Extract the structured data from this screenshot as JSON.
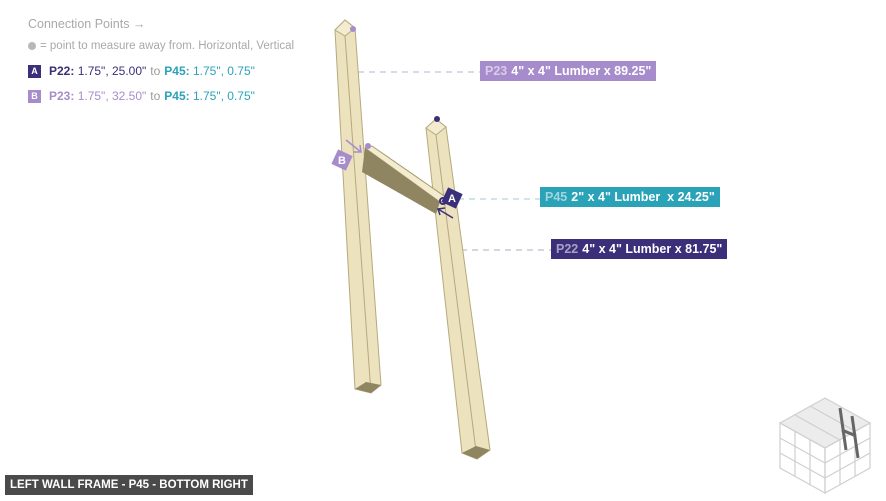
{
  "legend": {
    "title": "Connection Points →",
    "note": "= point to measure away from. Horizontal, Vertical",
    "connections": [
      {
        "badge": "A",
        "from_part": "P22:",
        "from_values": "1.75\", 25.00\"",
        "to": "to",
        "to_part": "P45:",
        "to_values": "1.75\", 0.75\""
      },
      {
        "badge": "B",
        "from_part": "P23:",
        "from_values": "1.75\", 32.50\"",
        "to": "to",
        "to_part": "P45:",
        "to_values": "1.75\", 0.75\""
      }
    ]
  },
  "parts": {
    "p23": {
      "id": "P23",
      "desc": "4\" x 4\" Lumber x 89.25\"",
      "color": "#a78ccc"
    },
    "p45": {
      "id": "P45",
      "desc": "2\" x 4\" Lumber  x 24.25\"",
      "color": "#2aa2b8"
    },
    "p22": {
      "id": "P22",
      "desc": "4\" x 4\" Lumber x 81.75\"",
      "color": "#3b2f7a"
    }
  },
  "markers": {
    "a": "A",
    "b": "B"
  },
  "footer": {
    "label": "LEFT WALL FRAME - P45 - BOTTOM RIGHT"
  },
  "colors": {
    "lumber": "#ece2bd",
    "lumber_dark": "#8f8560",
    "marker_a": "#3b2f7a",
    "marker_b": "#a78ccc"
  }
}
